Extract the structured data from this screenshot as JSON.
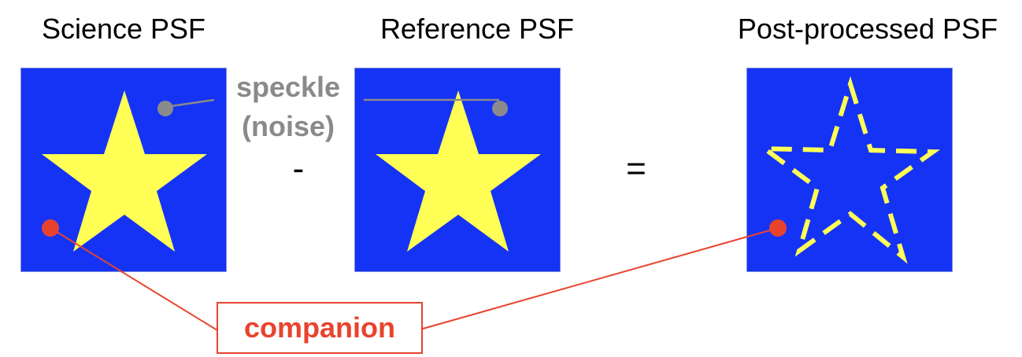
{
  "panels": {
    "science": {
      "title": "Science PSF"
    },
    "reference": {
      "title": "Reference PSF"
    },
    "post": {
      "title": "Post-processed PSF"
    }
  },
  "operators": {
    "minus": "-",
    "equals": "="
  },
  "labels": {
    "speckle_line1": "speckle",
    "speckle_line2": "(noise)",
    "companion": "companion"
  },
  "colors": {
    "panel_background": "#1533f5",
    "star": "#ffff55",
    "speckle": "#8a8a8a",
    "companion": "#e8432e"
  }
}
